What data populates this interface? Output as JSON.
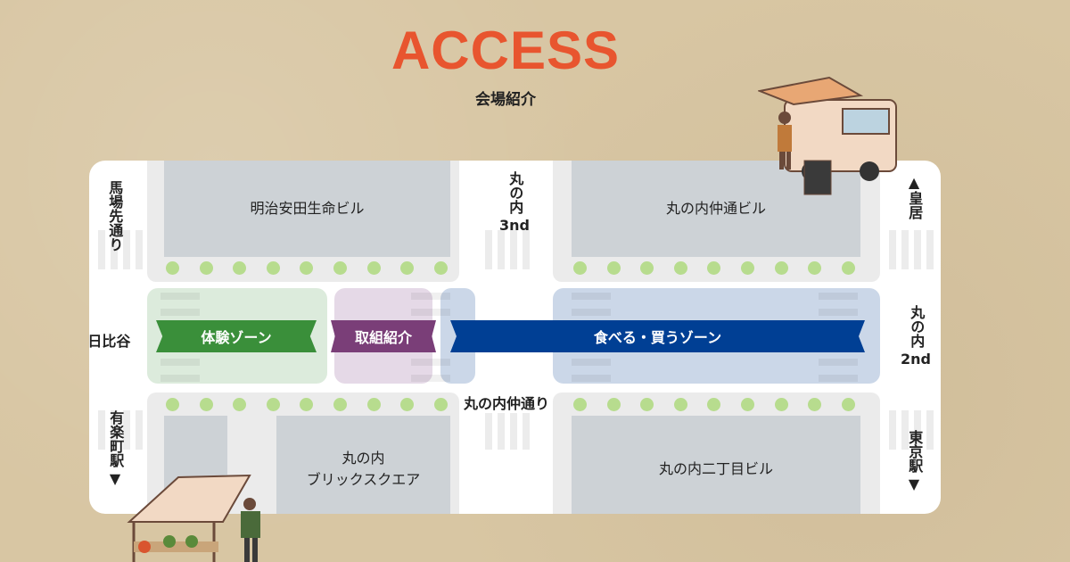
{
  "header": {
    "title": "ACCESS",
    "subtitle": "会場紹介"
  },
  "buildings": {
    "top_left": "明治安田生命ビル",
    "top_right": "丸の内仲通ビル",
    "bottom_left_line1": "丸の内",
    "bottom_left_line2": "ブリックスクエア",
    "bottom_right": "丸の内二丁目ビル"
  },
  "zones": [
    {
      "label": "体験ゾーン",
      "color": "#3a8f3a"
    },
    {
      "label": "取組紹介",
      "color": "#7a3e78"
    },
    {
      "label": "食べる・買うゾーン",
      "color": "#003f94"
    }
  ],
  "streets": {
    "left_top": "馬場先通り",
    "center_top_line1": "丸の内",
    "center_top_line2": "3nd",
    "right_top": "皇居",
    "right_mid_line1": "丸の内",
    "right_mid_line2": "2nd",
    "main": "丸の内仲通り",
    "left_mid": "日比谷",
    "left_bottom": "有楽町駅",
    "right_bottom": "東京駅"
  },
  "arrows": {
    "up": "▲",
    "down": "▼",
    "left": "◀"
  },
  "colors": {
    "accent": "#e8552f"
  }
}
